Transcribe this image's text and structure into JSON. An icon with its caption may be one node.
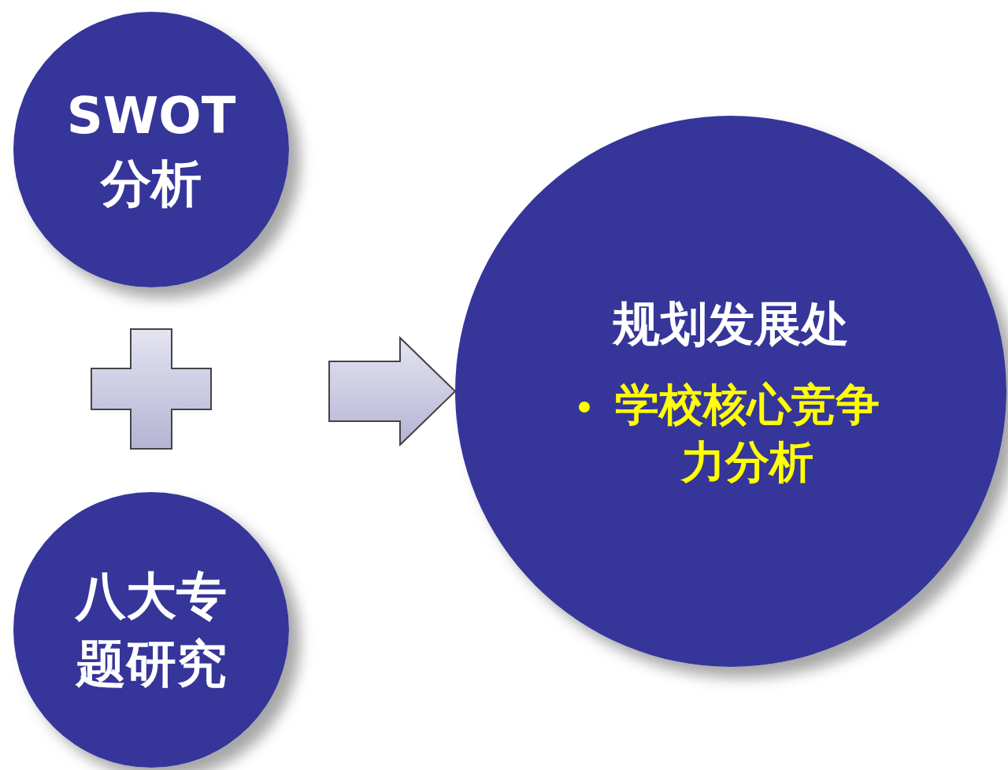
{
  "diagram": {
    "nodes": [
      {
        "text": [
          "SWOT分析"
        ]
      },
      {
        "text": [],
        "shape": "plus"
      },
      {
        "text": [
          "八大专题研究"
        ]
      },
      {
        "text": [
          "规划发展处",
          "学校核心竞争力分析"
        ]
      }
    ],
    "edges": [
      {
        "from": null,
        "to": 3,
        "arrow": "to"
      }
    ]
  }
}
